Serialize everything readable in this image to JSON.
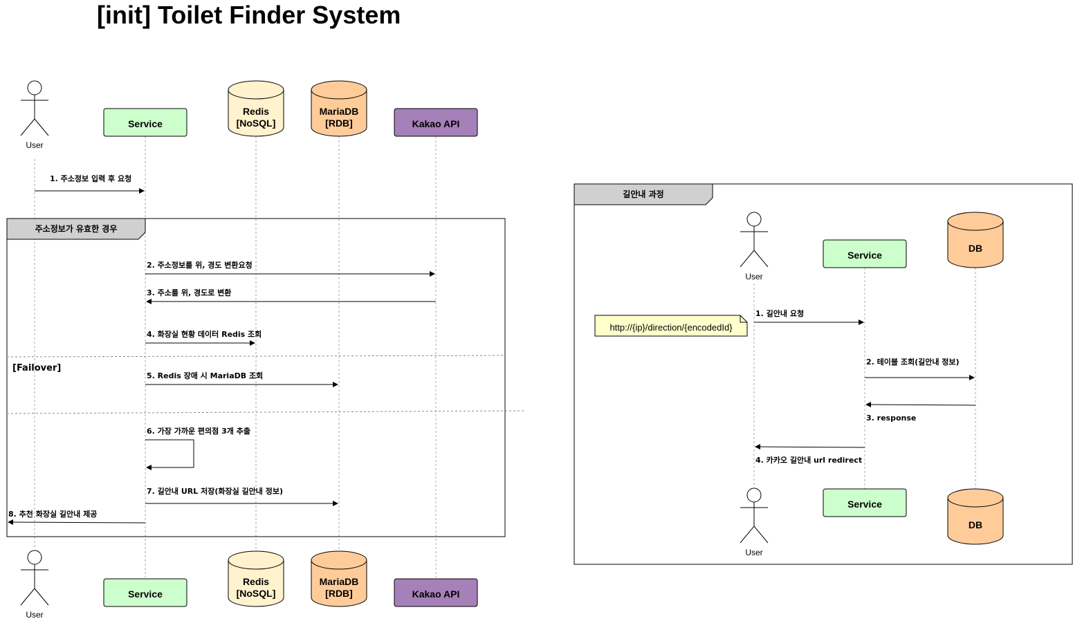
{
  "title": "[init] Toilet Finder System",
  "left_diagram": {
    "participants": {
      "user": "User",
      "service": "Service",
      "redis": [
        "Redis",
        "[NoSQL]"
      ],
      "mariadb": [
        "MariaDB",
        "[RDB]"
      ],
      "kakao": "Kakao API"
    },
    "frame_label": "주소정보가 유효한 경우",
    "failover_label": "[Failover]",
    "messages": {
      "m1": "1. 주소정보 입력 후 요청",
      "m2": "2. 주소정보를 위, 경도 변환요청",
      "m3": "3. 주소를 위, 경도로 변환",
      "m4": "4. 화장실 현황 데이터 Redis 조회",
      "m5": "5. Redis 장애 시 MariaDB 조회",
      "m6": "6. 가장 가까운 편의점 3개 추출",
      "m7": "7. 길안내 URL 저장(화장실 길안내 정보)",
      "m8": "8. 추천 화장실 길안내 제공"
    }
  },
  "right_diagram": {
    "frame_label": "길안내 과정",
    "participants": {
      "user": "User",
      "service": "Service",
      "db": "DB"
    },
    "note": "http://{ip}/direction/{encodedId}",
    "messages": {
      "m1": "1. 길안내 요청",
      "m2": "2. 테이블 조회(길안내 정보)",
      "m3": "3. response",
      "m4": "4. 카카오 길안내 url redirect"
    }
  },
  "colors": {
    "service": "#ccffcc",
    "redis": "#fff2cc",
    "mariadb": "#ffcc99",
    "kakao": "#a680b8",
    "frame_header": "#d0d0d0",
    "note": "#ffffcc"
  }
}
